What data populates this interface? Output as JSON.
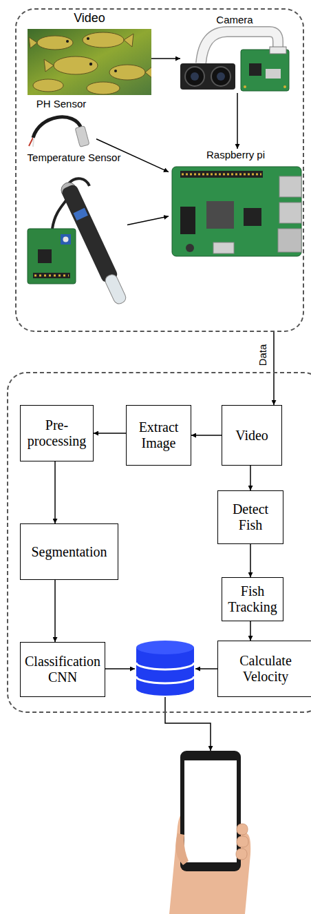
{
  "diagram": {
    "nodes": [
      {
        "text": []
      },
      {
        "text": [
          "Video"
        ],
        "in": 0
      },
      {
        "text": [
          "Camera"
        ],
        "in": 0
      },
      {
        "text": [
          "PH Sensor"
        ],
        "in": 0
      },
      {
        "text": [
          "Temperature Sensor"
        ],
        "in": 0
      },
      {
        "text": [
          "Raspberry pi"
        ],
        "in": 0
      },
      {
        "text": []
      },
      {
        "text": [
          "Video"
        ],
        "in": 6
      },
      {
        "text": [
          "Extract Image"
        ],
        "in": 6
      },
      {
        "text": [
          "Pre- processing"
        ],
        "in": 6
      },
      {
        "text": [
          "Segmentation"
        ],
        "in": 6
      },
      {
        "text": [
          "Classification CNN"
        ],
        "in": 6
      },
      {
        "text": [],
        "in": 6
      },
      {
        "text": [
          "Detect Fish"
        ],
        "in": 6
      },
      {
        "text": [
          "Fish Tracking"
        ],
        "in": 6
      },
      {
        "text": [
          "Calculate Velocity"
        ],
        "in": 6
      },
      {
        "text": []
      }
    ],
    "edges": [
      {
        "from": 1,
        "to": 2,
        "arrow": "to"
      },
      {
        "from": 2,
        "to": 5,
        "arrow": "to"
      },
      {
        "from": 3,
        "to": 5,
        "arrow": "to"
      },
      {
        "from": 4,
        "to": 5,
        "arrow": "to"
      },
      {
        "from": 0,
        "to": 7,
        "label": "Data",
        "arrow": "to"
      },
      {
        "from": 7,
        "to": 8,
        "arrow": "to"
      },
      {
        "from": 8,
        "to": 9,
        "arrow": "to"
      },
      {
        "from": 9,
        "to": 10,
        "arrow": "to"
      },
      {
        "from": 10,
        "to": 11,
        "arrow": "to"
      },
      {
        "from": 11,
        "to": 12,
        "arrow": "to"
      },
      {
        "from": 7,
        "to": 13,
        "arrow": "to"
      },
      {
        "from": 13,
        "to": 14,
        "arrow": "to"
      },
      {
        "from": 14,
        "to": 15,
        "arrow": "to"
      },
      {
        "from": 15,
        "to": 12,
        "arrow": "to"
      },
      {
        "from": 12,
        "to": 16,
        "arrow": "to"
      }
    ]
  }
}
